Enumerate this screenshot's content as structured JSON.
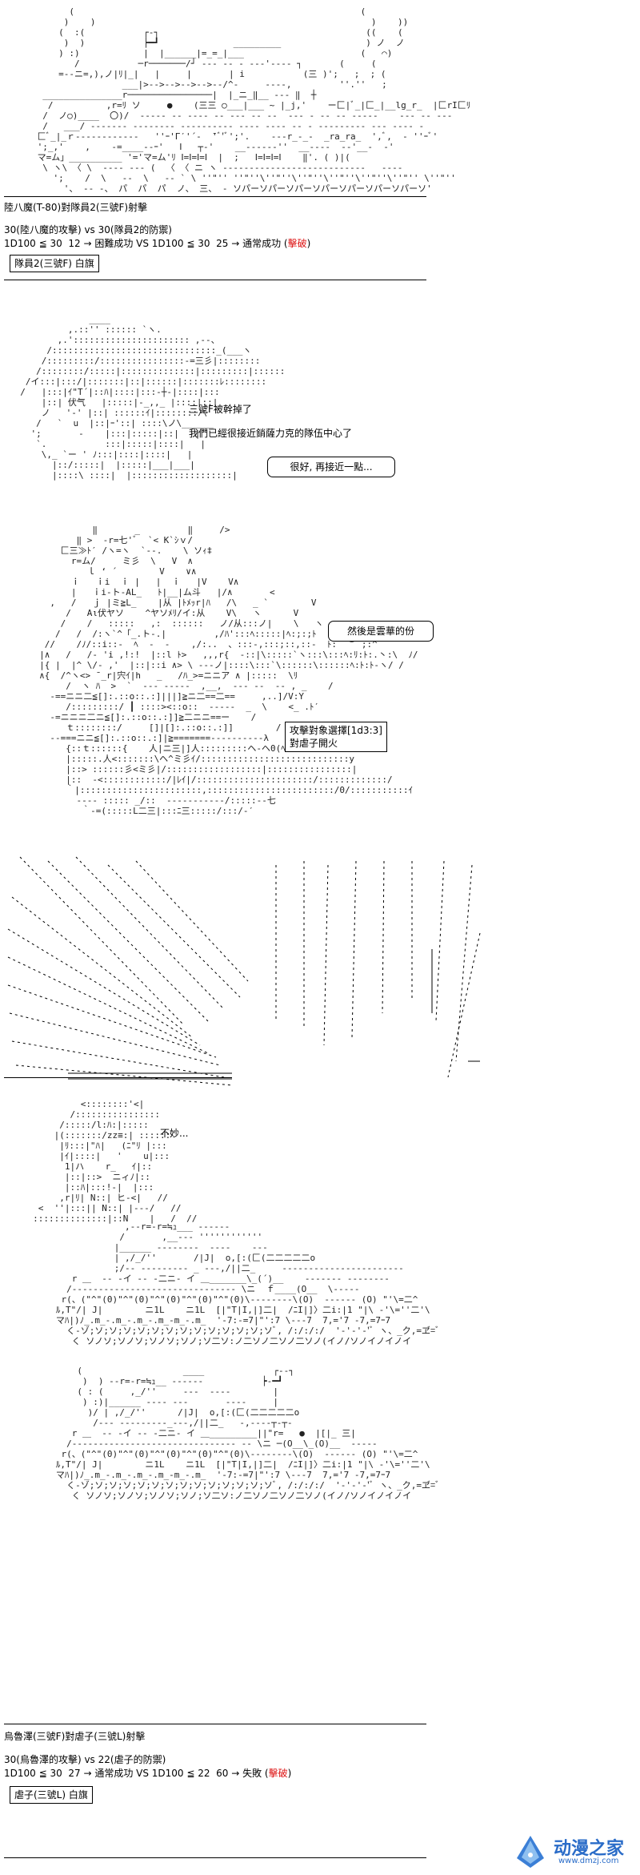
{
  "section1": {
    "title": "陸八魔(T-80)對隊員2(三號F)射擊",
    "line1": "30(陸八魔的攻擊) vs 30(隊員2的防禦)",
    "line2_prefix": "1D100 ≦ 30  12 → 困難成功 VS 1D100 ≦ 30  25 → 通常成功 (",
    "line2_red": "擊破",
    "line2_suffix": ")",
    "flag_box": "隊員2(三號F) 白旗"
  },
  "scene2": {
    "narration1": "三號F被幹掉了",
    "narration2": "我們已經很接近銷薩力克的隊伍中心了",
    "bubble": "很好, 再接近一點..."
  },
  "scene3": {
    "bubble": "然後是雲華的份",
    "command_line1": "攻擊對象選擇[1d3:3]",
    "command_line2": "對虐子開火"
  },
  "scene5": {
    "speech": "不妙..."
  },
  "section2": {
    "title": "烏魯澤(三號F)對虐子(三號L)射擊",
    "line1": "30(烏魯澤的攻擊) vs 22(虐子的防禦)",
    "line2_prefix": "1D100 ≦ 30  27 → 通常成功 VS 1D100 ≦ 22  60 → 失敗 (",
    "line2_red": "擊破",
    "line2_suffix": ")",
    "flag_box": "虐子(三號L) 白旗"
  },
  "watermark": {
    "name": "动漫之家",
    "url": "www.dmzj.com"
  }
}
